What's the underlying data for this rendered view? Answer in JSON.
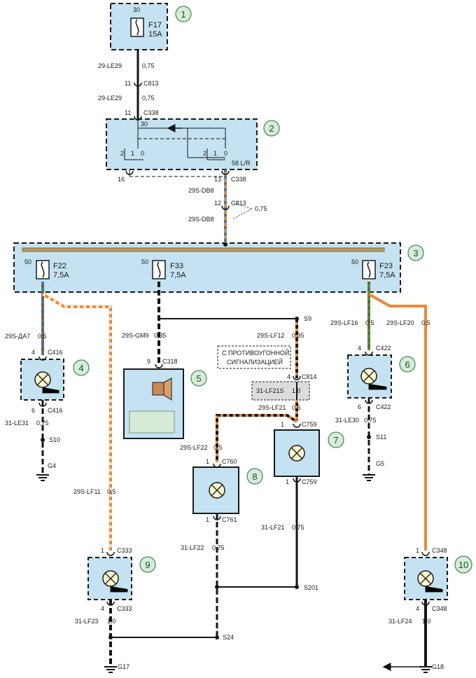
{
  "colors": {
    "module_fill": "#c4e2f1",
    "relay_fill": "#d6ead6",
    "callout_fill": "#d7ecd9",
    "callout_stroke": "#4e8a5d",
    "wire_black": "#141414",
    "wire_orange": "#e8893a",
    "wire_white": "#ffffff",
    "wire_blue": "#2f7fc0",
    "wire_green": "#3a9a4a",
    "wire_brown": "#8a5a2a",
    "bus": "#b59a63"
  },
  "callouts": [
    "1",
    "2",
    "3",
    "4",
    "5",
    "6",
    "7",
    "8",
    "9",
    "10"
  ],
  "fuses": {
    "f17": {
      "pin": "30",
      "name": "F17",
      "rating": "15A"
    },
    "f22": {
      "pin": "50",
      "name": "F22",
      "rating": "7,5A"
    },
    "f33": {
      "pin": "50",
      "name": "F33",
      "rating": "7,5A"
    },
    "f23": {
      "pin": "50",
      "name": "F23",
      "rating": "7,5A"
    }
  },
  "relay": {
    "pin_30": "30",
    "left_contacts": [
      "2",
      "1",
      "0"
    ],
    "right_contacts": [
      "2",
      "1",
      "0"
    ],
    "tag": "58 L/R"
  },
  "labels": {
    "w_29le29_a": "29-LE29",
    "w_29le29_a_size": "0,75",
    "c813_pin": "11",
    "c813": "C813",
    "w_29le29_b": "29-LE29",
    "w_29le29_b_size": "0,75",
    "c338_pin_top": "11",
    "c338_top": "C338",
    "c338_pin16": "16",
    "c338_pin13": "13",
    "c338_bottom": "C338",
    "w_29sdb8_a": "29S-DB8",
    "c813b_pin": "12",
    "c813b": "C813",
    "db8_size": "0,75",
    "w_29sdb8_b": "29S-DB8",
    "w_29sda7": "29S-ДА7",
    "w_29sda7_size": "0,5",
    "c416_pin_top": "4",
    "c416_top": "C416",
    "c416_pin_bottom": "6",
    "c416_bottom": "C416",
    "w_31le31": "31-LE31",
    "w_31le31_size": "0,75",
    "s10": "S10",
    "g4": "G4",
    "w_29sgm9": "29S-GM9",
    "w_29sgm9_size": "0,35",
    "c318_pin": "9",
    "c318": "C318",
    "s9": "S9",
    "w_29slf12": "29S-LF12",
    "w_29slf12_size": "0,35",
    "alarm_line1": "С ПРОТИВОУГОННОЙ",
    "alarm_line2": "СИГНАЛИЗАЦИЕЙ",
    "c814_pin": "4",
    "c814": "C814",
    "w_31lf21s": "31-LF21S",
    "w_31lf21s_size": "1,0",
    "w_29slf21": "29S-LF21",
    "w_29slf21_size": "0,5",
    "c759_pin_top": "1",
    "c759_top": "C759",
    "c759_pin_bottom": "1",
    "c759_bottom": "C759",
    "w_29slf22": "29S-LF22",
    "w_29slf22_size": "0,5",
    "c760_pin": "1",
    "c760": "C760",
    "c761_pin": "1",
    "c761": "C761",
    "w_31lf22": "31-LF22",
    "w_31lf22_size": "0,75",
    "w_31lf21": "31-LF21",
    "w_31lf21_size": "0,75",
    "s201": "S201",
    "s24": "S24",
    "w_29slf16": "29S-LF16",
    "w_29slf16_size": "0,5",
    "w_29slf20": "29S-LF20",
    "w_29slf20_size": "0,5",
    "c422_pin_top": "4",
    "c422_top": "C422",
    "c422_pin_bottom": "6",
    "c422_bottom": "C422",
    "w_31le30": "31-LE30",
    "w_31le30_size": "0,75",
    "s11": "S11",
    "g5": "G5",
    "w_29slf11": "29S-LF11",
    "w_29slf11_size": "0,5",
    "c333_pin_top": "1",
    "c333_top": "C333",
    "c333_pin_bottom": "4",
    "c333_bottom": "C333",
    "w_31lf23": "31-LF23",
    "w_31lf23_size": "1,0",
    "g17": "G17",
    "c348_pin_top": "1",
    "c348_top": "C348",
    "c348_pin_bottom": "4",
    "c348_bottom": "C348",
    "w_31lf24": "31-LF24",
    "w_31lf24_size": "1,0",
    "g18": "G18"
  }
}
